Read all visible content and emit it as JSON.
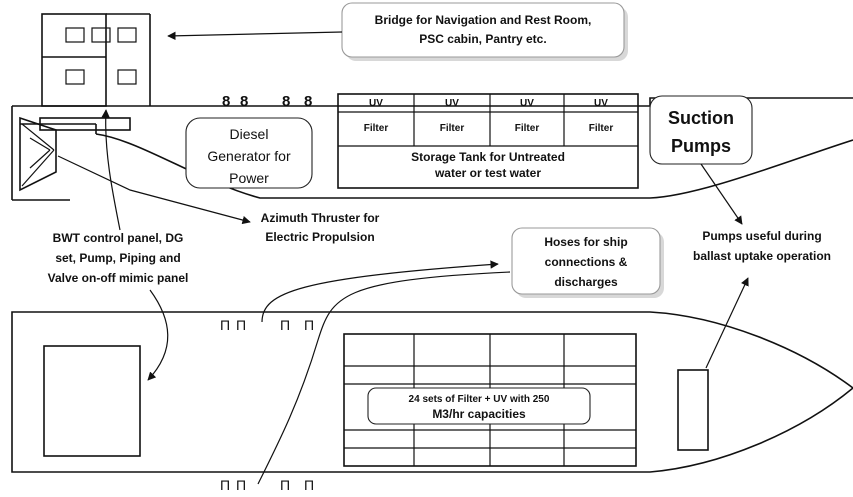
{
  "labels": {
    "bridge_line1": "Bridge for Navigation and Rest Room,",
    "bridge_line2": "PSC cabin, Pantry etc.",
    "diesel_line1": "Diesel",
    "diesel_line2": "Generator for",
    "diesel_line3": "Power",
    "uv": "UV",
    "filter": "Filter",
    "storage_line1": "Storage Tank for Untreated",
    "storage_line2": "water or test water",
    "suction_line1": "Suction",
    "suction_line2": "Pumps",
    "azimuth_line1": "Azimuth Thruster for",
    "azimuth_line2": "Electric Propulsion",
    "bwt_line1": "BWT control panel, DG",
    "bwt_line2": "set, Pump, Piping and",
    "bwt_line3": "Valve on-off mimic panel",
    "hoses_line1": "Hoses for ship",
    "hoses_line2": "connections &",
    "hoses_line3": "discharges",
    "pumps_line1": "Pumps useful during",
    "pumps_line2": "ballast uptake operation",
    "filter_sets_line1": "24 sets of Filter + UV with 250",
    "filter_sets_line2": "M3/hr capacities"
  }
}
